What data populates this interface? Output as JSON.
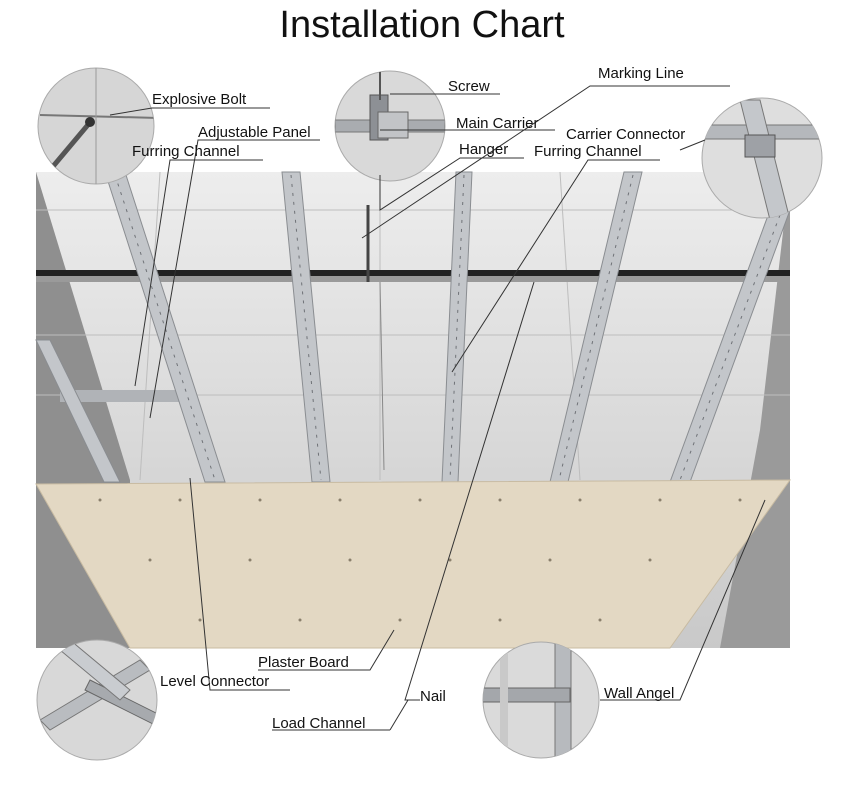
{
  "title": "Installation Chart",
  "labels": {
    "explosive_bolt": "Explosive Bolt",
    "screw": "Screw",
    "marking_line": "Marking Line",
    "main_carrier": "Main Carrier",
    "adjustable_panel": "Adjustable Panel",
    "carrier_connector": "Carrier Connector",
    "furring_channel_left": "Furring Channel",
    "hanger": "Hanger",
    "furring_channel_right": "Furring Channel",
    "plaster_board": "Plaster Board",
    "level_connector": "Level Connector",
    "nail": "Nail",
    "wall_angel": "Wall Angel",
    "load_channel": "Load Channel"
  },
  "colors": {
    "board": "#e3d8c3",
    "ceiling": "#dcdcdc",
    "wall": "#8c8c8c",
    "channel": "#b9bcc0",
    "carrier": "#222222",
    "leader": "#333333"
  }
}
